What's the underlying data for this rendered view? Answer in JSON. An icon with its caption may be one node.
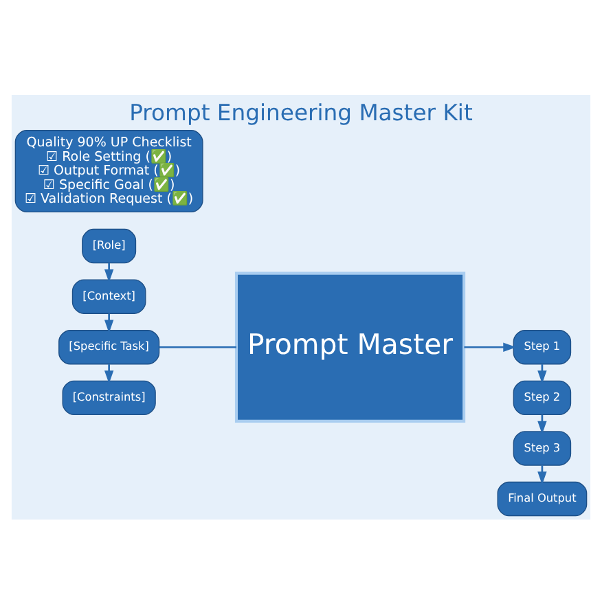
{
  "diagram": {
    "title": "Prompt Engineering Master Kit",
    "nodes": [
      {
        "text": [
          "[Role]"
        ]
      },
      {
        "text": [
          "[Context]"
        ]
      },
      {
        "text": [
          "[Specific Task]"
        ]
      },
      {
        "text": [
          "[Constraints]"
        ]
      },
      {
        "text": [
          "Prompt Master"
        ]
      },
      {
        "text": [
          "Step 1"
        ]
      },
      {
        "text": [
          "Step 2"
        ]
      },
      {
        "text": [
          "Step 3"
        ]
      },
      {
        "text": [
          "Final Output"
        ]
      },
      {
        "text": [
          "Quality 90% UP Checklist",
          "☑ Role Setting (✅)",
          "☑ Output Format (✅)",
          "☑ Specific Goal (✅)",
          "☑ Validation Request (✅)"
        ]
      }
    ],
    "edges": [
      {
        "from": 0,
        "to": 1,
        "arrow": "to"
      },
      {
        "from": 1,
        "to": 2,
        "arrow": "to"
      },
      {
        "from": 2,
        "to": 3,
        "arrow": "to"
      },
      {
        "from": 2,
        "to": 4,
        "arrow": "none"
      },
      {
        "from": 4,
        "to": 5,
        "arrow": "to"
      },
      {
        "from": 5,
        "to": 6,
        "arrow": "to"
      },
      {
        "from": 6,
        "to": 7,
        "arrow": "to"
      },
      {
        "from": 7,
        "to": 8,
        "arrow": "to"
      }
    ]
  }
}
